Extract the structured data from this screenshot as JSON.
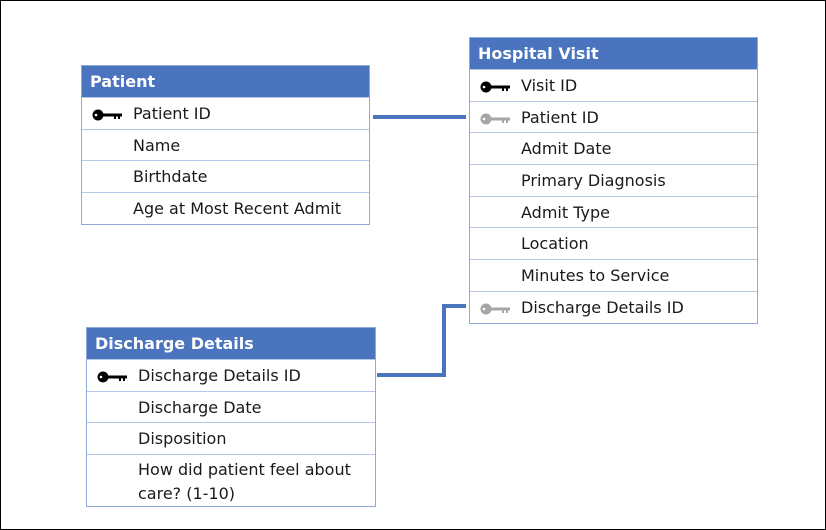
{
  "patient": {
    "title": "Patient",
    "fields": [
      {
        "label": "Patient ID",
        "key": "primary"
      },
      {
        "label": "Name"
      },
      {
        "label": "Birthdate"
      },
      {
        "label": "Age at Most Recent Admit"
      }
    ]
  },
  "visit": {
    "title": "Hospital Visit",
    "fields": [
      {
        "label": "Visit ID",
        "key": "primary"
      },
      {
        "label": "Patient ID",
        "key": "foreign"
      },
      {
        "label": "Admit Date"
      },
      {
        "label": "Primary Diagnosis"
      },
      {
        "label": "Admit Type"
      },
      {
        "label": "Location"
      },
      {
        "label": "Minutes to Service"
      },
      {
        "label": "Discharge Details ID",
        "key": "foreign"
      }
    ]
  },
  "discharge": {
    "title": "Discharge Details",
    "fields": [
      {
        "label": "Discharge Details ID",
        "key": "primary"
      },
      {
        "label": "Discharge Date"
      },
      {
        "label": "Disposition"
      },
      {
        "label": "How did patient feel about care? (1-10)"
      }
    ]
  },
  "colors": {
    "header": "#4a74bd",
    "border": "#8eaadb",
    "connector": "#4a74bd",
    "primary_key": "#000000",
    "foreign_key": "#a6a6a6"
  }
}
